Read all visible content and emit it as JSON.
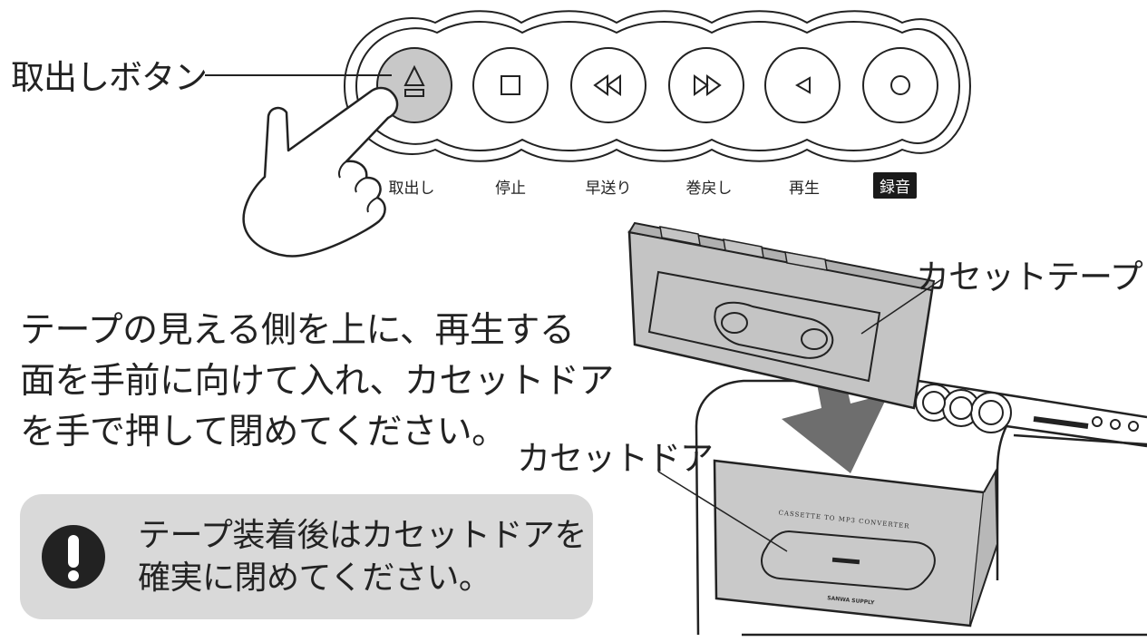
{
  "callouts": {
    "eject_button": "取出しボタン",
    "cassette_tape": "カセットテープ",
    "cassette_door": "カセットドア"
  },
  "buttons": [
    {
      "label": "取出し",
      "icon": "eject-icon",
      "pressed": true
    },
    {
      "label": "停止",
      "icon": "stop-icon",
      "pressed": false
    },
    {
      "label": "早送り",
      "icon": "fast-forward-icon",
      "pressed": false
    },
    {
      "label": "巻戻し",
      "icon": "rewind-icon",
      "pressed": false
    },
    {
      "label": "再生",
      "icon": "play-icon",
      "pressed": false
    },
    {
      "label": "録音",
      "icon": "record-icon",
      "pressed": false,
      "highlighted": true
    }
  ],
  "instruction": {
    "lines": [
      "テープの見える側を上に、再生する",
      "面を手前に向けて入れ、カセットドア",
      "を手で押して閉めてください。"
    ]
  },
  "warning": {
    "icon": "exclamation-icon",
    "lines": [
      "テープ装着後はカセットドアを",
      "確実に閉めてください。"
    ]
  },
  "device_print": {
    "door_text": "CASSETTE TO MP3 CONVERTER",
    "brand": "SANWA SUPPLY"
  },
  "colors": {
    "pressed_button": "#c8c8c8",
    "cassette_gray": "#c4c4c4",
    "door_gray": "#c9c9c9",
    "arrow_gray": "#6e6e6e",
    "warning_bg": "#d9d9d9",
    "record_badge": "#1a1a1a"
  }
}
